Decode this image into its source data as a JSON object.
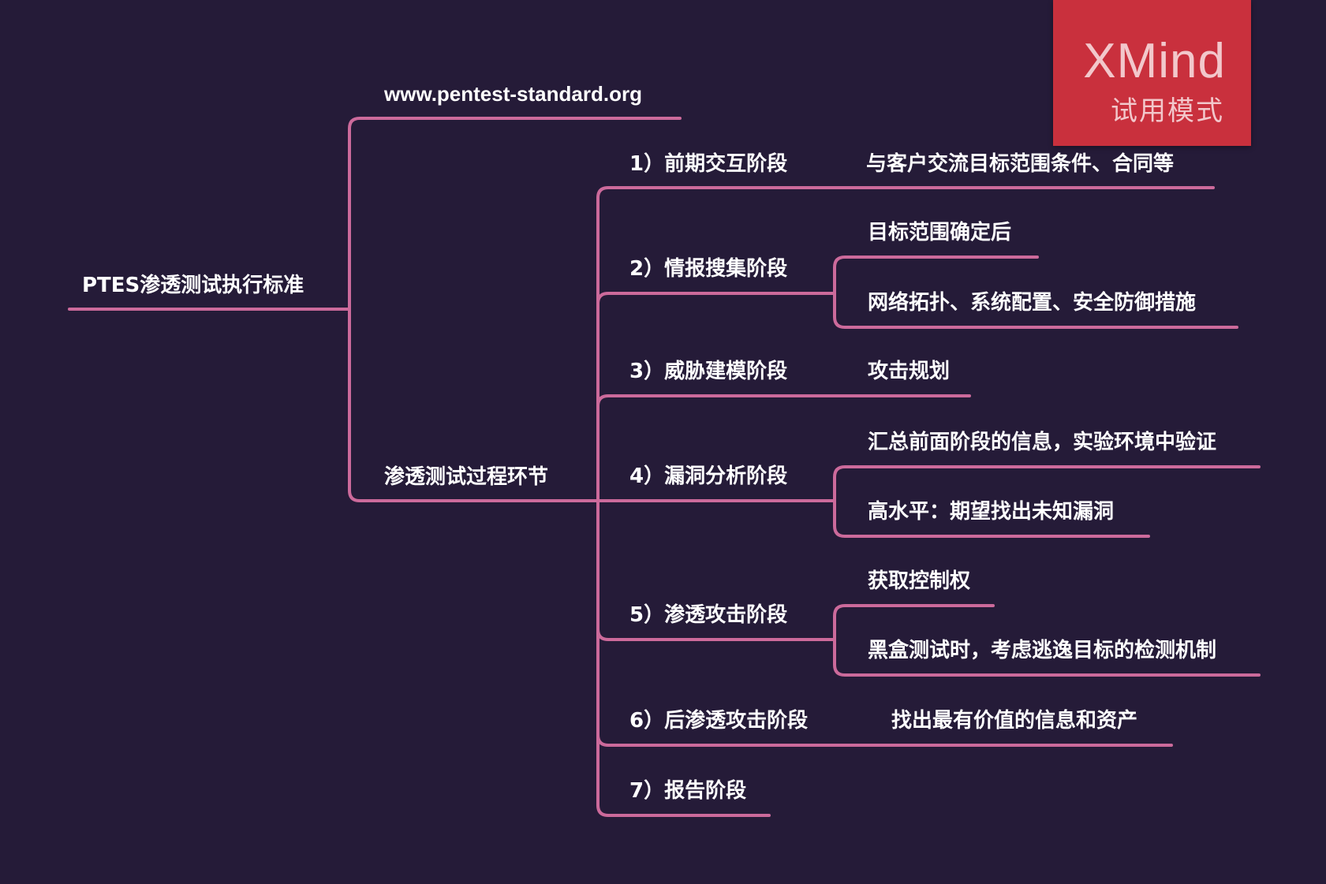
{
  "root": {
    "label": "PTES渗透测试执行标准"
  },
  "url_branch": {
    "label": "www.pentest-standard.org"
  },
  "process": {
    "label": "渗透测试过程环节",
    "stages": [
      {
        "label": "1）前期交互阶段",
        "details": [
          "与客户交流目标范围条件、合同等"
        ]
      },
      {
        "label": "2）情报搜集阶段",
        "details": [
          "目标范围确定后",
          "网络拓扑、系统配置、安全防御措施"
        ]
      },
      {
        "label": "3）威胁建模阶段",
        "details": [
          "攻击规划"
        ]
      },
      {
        "label": "4）漏洞分析阶段",
        "details": [
          "汇总前面阶段的信息，实验环境中验证",
          "高水平：期望找出未知漏洞"
        ]
      },
      {
        "label": "5）渗透攻击阶段",
        "details": [
          "获取控制权",
          "黑盒测试时，考虑逃逸目标的检测机制"
        ]
      },
      {
        "label": "6）后渗透攻击阶段",
        "details": [
          "找出最有价值的信息和资产"
        ]
      },
      {
        "label": "7）报告阶段",
        "details": []
      }
    ]
  },
  "badge": {
    "brand": "XMind",
    "subtitle": "试用模式"
  },
  "colors": {
    "background": "#251b38",
    "branch": "#cc6a9b",
    "text": "#ffffff",
    "badge": "#c9303d"
  }
}
